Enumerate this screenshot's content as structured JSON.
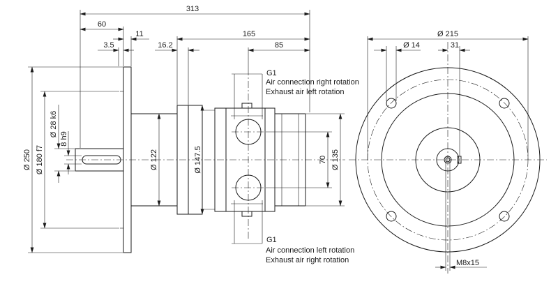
{
  "drawing": {
    "dimensions": {
      "overall_length": "313",
      "shaft_length": "60",
      "flange_thickness": "11",
      "shaft_offset": "3.5",
      "collar_width": "16.2",
      "housing_length": "165",
      "port_distance": "85",
      "flange_diameter": "Ø 250",
      "centering_diameter": "Ø 180 f7",
      "shaft_diameter": "Ø 28 k6",
      "key_width": "8 h9",
      "body_diameter": "Ø 122",
      "housing_diameter": "Ø 147.5",
      "port_spacing": "70",
      "rear_diameter": "Ø 135",
      "bolt_circle_diameter": "Ø 215",
      "hole_diameter": "Ø 14",
      "hole_offset": "31",
      "thread": "M8x15"
    },
    "ports": {
      "top": {
        "thread": "G1",
        "line1": "Air connection right rotation",
        "line2": "Exhaust air left rotation"
      },
      "bottom": {
        "thread": "G1",
        "line1": "Air connection left rotation",
        "line2": "Exhaust air right rotation"
      }
    }
  }
}
